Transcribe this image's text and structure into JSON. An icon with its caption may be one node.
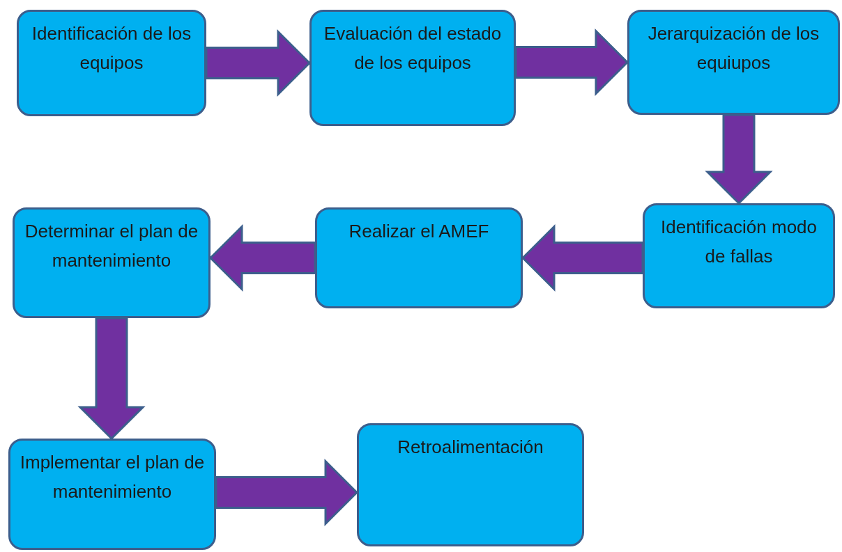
{
  "diagram": {
    "nodes": [
      {
        "text": [
          "Identificación de los equipos"
        ]
      },
      {
        "text": [
          "Evaluación del estado de los equipos"
        ]
      },
      {
        "text": [
          "Jerarquización de los equiupos"
        ]
      },
      {
        "text": [
          "Identificación modo de fallas"
        ]
      },
      {
        "text": [
          "Realizar el AMEF"
        ]
      },
      {
        "text": [
          "Determinar el plan de mantenimiento"
        ]
      },
      {
        "text": [
          "Implementar el plan de mantenimiento"
        ]
      },
      {
        "text": [
          "Retroalimentación"
        ]
      }
    ],
    "edges": [
      {
        "from": 0,
        "to": 1,
        "arrow": "to"
      },
      {
        "from": 1,
        "to": 2,
        "arrow": "to"
      },
      {
        "from": 2,
        "to": 3,
        "arrow": "to"
      },
      {
        "from": 3,
        "to": 4,
        "arrow": "to"
      },
      {
        "from": 4,
        "to": 5,
        "arrow": "to"
      },
      {
        "from": 5,
        "to": 6,
        "arrow": "to"
      },
      {
        "from": 6,
        "to": 7,
        "arrow": "to"
      }
    ]
  }
}
